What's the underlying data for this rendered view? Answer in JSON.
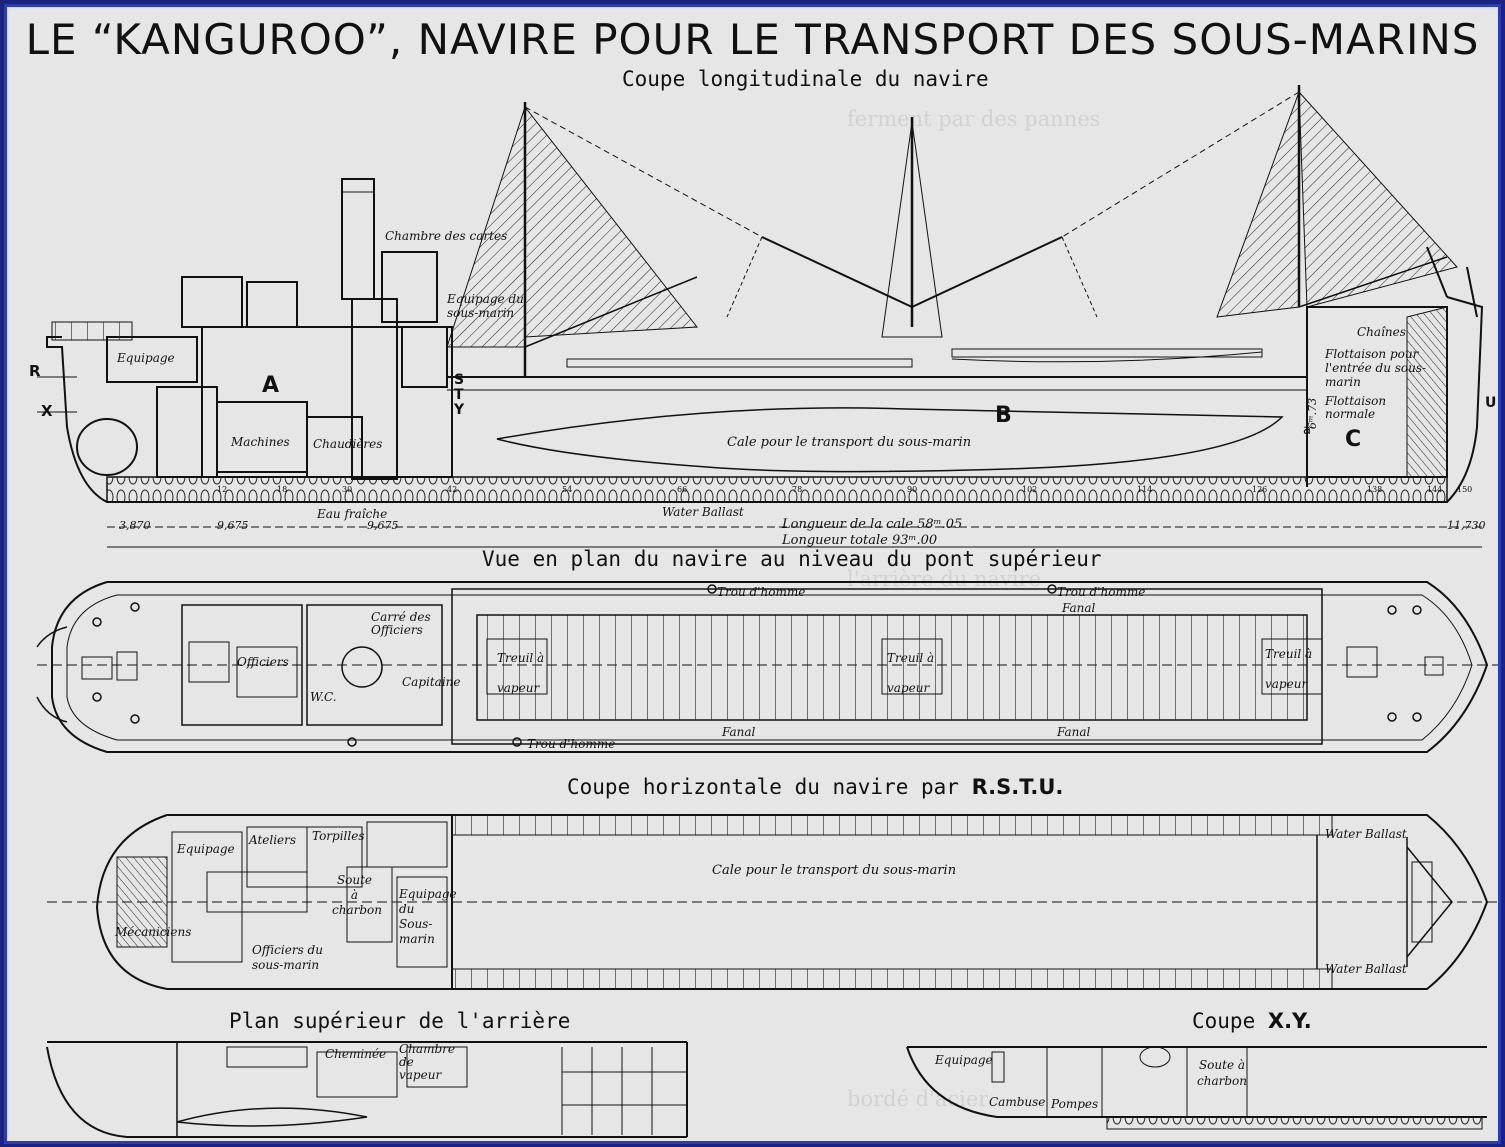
{
  "title": "LE “KANGUROO”, NAVIRE POUR LE TRANSPORT DES SOUS-MARINS",
  "captions": {
    "longitudinal": "Coupe longitudinale du navire",
    "plan_deck": "Vue en plan du navire au niveau du pont supérieur",
    "horizontal": "Coupe horizontale du navire par",
    "horizontal_ref": "R.S.T.U.",
    "stern": "Plan supérieur de l'arrière",
    "xy": "Coupe",
    "xy_ref": "X.Y."
  },
  "section_letters": {
    "a": "A",
    "b": "B",
    "c": "C",
    "r": "R",
    "x": "X",
    "s": "S",
    "t": "T",
    "y": "Y",
    "u": "U",
    "small_a": "a"
  },
  "longitudinal_labels": {
    "equipage": "Equipage",
    "machines": "Machines",
    "chaudieres": "Chaudières",
    "chambre_cartes": "Chambre des cartes",
    "equipage_sous_marin": "Equipage du sous-marin",
    "cale": "Cale pour le transport du sous-marin",
    "chaines": "Chaînes",
    "flottaison_entree": "Flottaison pour l'entrée du sous-marin",
    "flottaison_normale": "Flottaison normale",
    "eau_fraiche": "Eau fraîche",
    "water_ballast": "Water Ballast",
    "longueur_cale": "Longueur de la cale 58ᵐ.05",
    "longueur_totale": "Longueur totale 93ᵐ.00",
    "height": "6ᵐ.73"
  },
  "dimensions": [
    "3,870",
    "9,675",
    "9,675",
    "11,730"
  ],
  "frame_numbers": [
    "12",
    "18",
    "30",
    "42",
    "54",
    "66",
    "78",
    "90",
    "102",
    "114",
    "126",
    "138",
    "144",
    "150"
  ],
  "plan_labels": {
    "trou_homme": "Trou d'homme",
    "fanal": "Fanal",
    "carre_officiers": "Carré des Officiers",
    "officiers": "Officiers",
    "capitaine": "Capitaine",
    "wc": "W.C.",
    "treuil": "Treuil à vapeur"
  },
  "horizontal_labels": {
    "ateliers": "Ateliers",
    "torpilles": "Torpilles",
    "equipage": "Equipage",
    "soute_charbon": "Soute à charbon",
    "equipage_sous_marin": "Equipage du Sous-marin",
    "mecaniciens": "Mécaniciens",
    "officiers_sous_marin": "Officiers du sous-marin",
    "cale": "Cale pour le transport du sous-marin",
    "water_ballast": "Water Ballast"
  },
  "stern_labels": {
    "cheminee": "Cheminée",
    "chambre_vapeur": "Chambre de vapeur"
  },
  "xy_labels": {
    "equipage": "Equipage",
    "cambuse": "Cambuse",
    "pompes": "Pompes",
    "soute": "Soute à charbon"
  }
}
